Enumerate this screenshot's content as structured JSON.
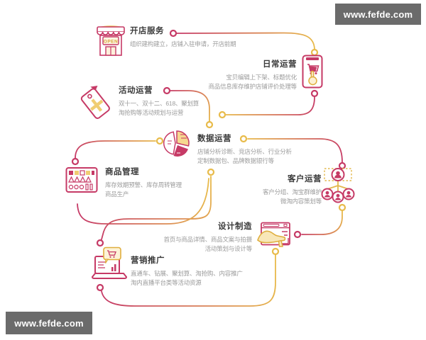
{
  "watermark": {
    "text": "www.fefde.com"
  },
  "colors": {
    "pink": "#c63a66",
    "yellow": "#e8bb4a",
    "title": "#3a3a3a",
    "subtitle": "#9b9b9b",
    "watermark_bg": "#6b6b6b"
  },
  "store_sign": "OPEN",
  "nodes": [
    {
      "id": "store-opening",
      "icon": "storefront-icon",
      "title": "开店服务",
      "lines": [
        "组织建构建立，店铺入驻申请，开店前期",
        ""
      ]
    },
    {
      "id": "daily-operation",
      "icon": "phone-cart-icon",
      "title": "日常运营",
      "lines": [
        "宝贝编辑上下架、标题优化",
        "商品信息库存维护店铺评价处理等"
      ]
    },
    {
      "id": "campaign-operation",
      "icon": "price-tag-icon",
      "title": "活动运营",
      "lines": [
        "双十一、双十二、618、聚划算",
        "淘抢购等活动规划与运营"
      ]
    },
    {
      "id": "data-operation",
      "icon": "pie-chart-icon",
      "title": "数据运营",
      "lines": [
        "店铺分析诊断、竞店分析、行业分析",
        "定制数据包、品牌数据银行等"
      ]
    },
    {
      "id": "product-management",
      "icon": "inventory-icon",
      "title": "商品管理",
      "lines": [
        "库存效期预警、库存周转管理",
        "商品生产"
      ]
    },
    {
      "id": "customer-operation",
      "icon": "customer-network-icon",
      "title": "客户运营",
      "lines": [
        "客户分组、淘宝群维护",
        "微淘内容策划等"
      ]
    },
    {
      "id": "design-production",
      "icon": "design-browser-icon",
      "title": "设计制造",
      "lines": [
        "首页与商品详情、商品文案与拍摄",
        "活动策划与设计等"
      ]
    },
    {
      "id": "marketing-promotion",
      "icon": "laptop-promo-icon",
      "title": "营销推广",
      "lines": [
        "直通车、钻展、聚划算、淘抢购、内容推广",
        "淘内直播平台类等活动资源"
      ]
    }
  ]
}
